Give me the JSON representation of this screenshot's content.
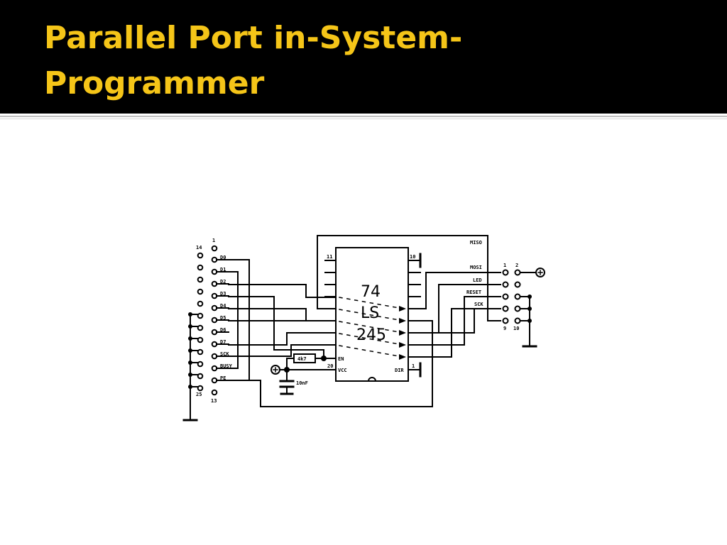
{
  "slide": {
    "title": "Parallel Port in-System-\nProgrammer"
  },
  "colors": {
    "title_bar": "#000000",
    "title_text": "#f5c518",
    "background": "#ffffff",
    "rule": "#bfbfbf"
  },
  "schematic": {
    "db25": {
      "pin_1": "1",
      "pin_14": "14",
      "pin_25": "25",
      "pin_13": "13",
      "signals": [
        "D0",
        "D1",
        "D2",
        "D3",
        "D4",
        "D5",
        "D6",
        "D7",
        "SCK",
        "BUSY",
        "PE"
      ]
    },
    "ic": {
      "line1": "74",
      "line2": "LS",
      "line3": "245",
      "pin_11": "11",
      "pin_10": "10",
      "pin_20": "20",
      "pin_1": "1",
      "en": "EN",
      "vcc": "VCC",
      "dir": "DIR"
    },
    "resistor": "4k7",
    "capacitor": "10nF",
    "isp": {
      "signals": [
        "MISO",
        "MOSI",
        "LED",
        "RESET",
        "SCK"
      ],
      "pin_1": "1",
      "pin_2": "2",
      "pin_9": "9",
      "pin_10": "10"
    }
  }
}
